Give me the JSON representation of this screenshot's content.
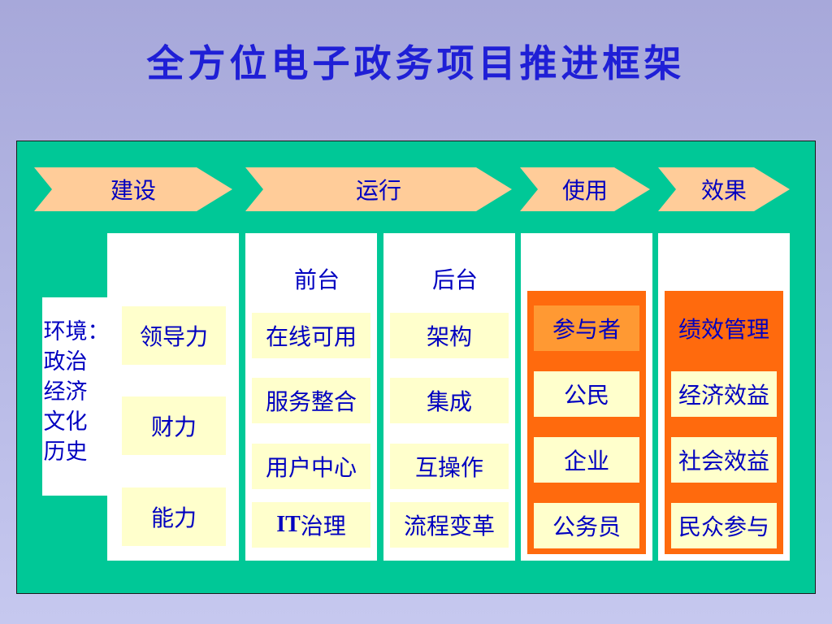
{
  "title": "全方位电子政务项目推进框架",
  "stages": [
    {
      "label": "建设"
    },
    {
      "label": "运行"
    },
    {
      "label": "使用"
    },
    {
      "label": "效果"
    }
  ],
  "environment": {
    "lines": [
      "环境：",
      "政治",
      "经济",
      "文化",
      "历史"
    ]
  },
  "build_column": {
    "items": [
      "领导力",
      "财力",
      "能力"
    ]
  },
  "front_desk": {
    "header": "前台",
    "items": [
      "在线可用",
      "服务整合",
      "用户中心"
    ],
    "it_prefix": "IT",
    "it_suffix": "治理"
  },
  "back_office": {
    "header": "后台",
    "items": [
      "架构",
      "集成",
      "互操作",
      "流程变革"
    ]
  },
  "usage": {
    "items": [
      "参与者",
      "公民",
      "企业",
      "公务员"
    ]
  },
  "effects": {
    "items": [
      "绩效管理",
      "经济效益",
      "社会效益",
      "民众参与"
    ]
  },
  "colors": {
    "title": "#1f1fd6",
    "panel": "#00c897",
    "arrow": "#ffcc99",
    "box": "#ffffcc",
    "highlight": "#ff6a0d",
    "text": "#0000c0"
  }
}
